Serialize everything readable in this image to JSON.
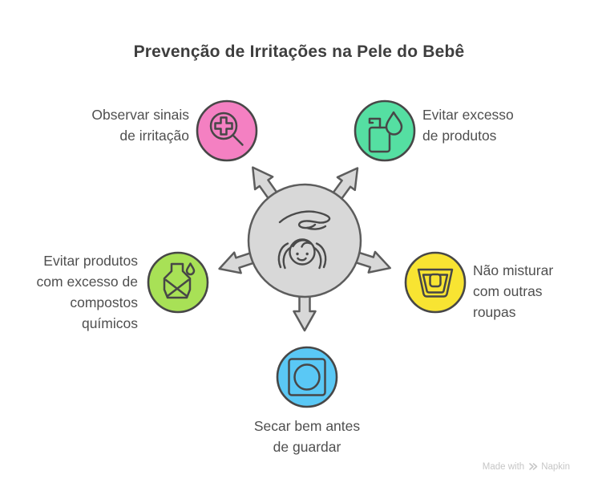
{
  "title": "Prevenção de Irritações na Pele do Bebê",
  "nodes": {
    "observe": {
      "label": "Observar sinais\nde irritação",
      "color": "#f480c2",
      "icon": "magnifier-cross-icon"
    },
    "products": {
      "label": "Evitar excesso\nde produtos",
      "color": "#55dfa2",
      "icon": "soap-bottle-drop-icon"
    },
    "chemicals": {
      "label": "Evitar produtos\ncom excesso de\ncompostos\nquímicos",
      "color": "#a8e156",
      "icon": "crossed-chemical-bottle-icon"
    },
    "mix": {
      "label": "Não misturar\ncom outras\nroupas",
      "color": "#f8e432",
      "icon": "laundry-basket-icon"
    },
    "dry": {
      "label": "Secar bem antes\nde guardar",
      "color": "#5ac8f5",
      "icon": "dry-flat-symbol-icon"
    }
  },
  "center": {
    "icon": "hand-protecting-baby-icon",
    "fill": "#d8d8d8",
    "stroke": "#5d5d5d"
  },
  "palette": {
    "icon_stroke": "#474747",
    "label_text": "#4f4f4f",
    "title_text": "#3e3e3e",
    "watermark_text": "#c6c6c6"
  },
  "watermark": {
    "prefix": "Made with",
    "brand": "Napkin"
  }
}
